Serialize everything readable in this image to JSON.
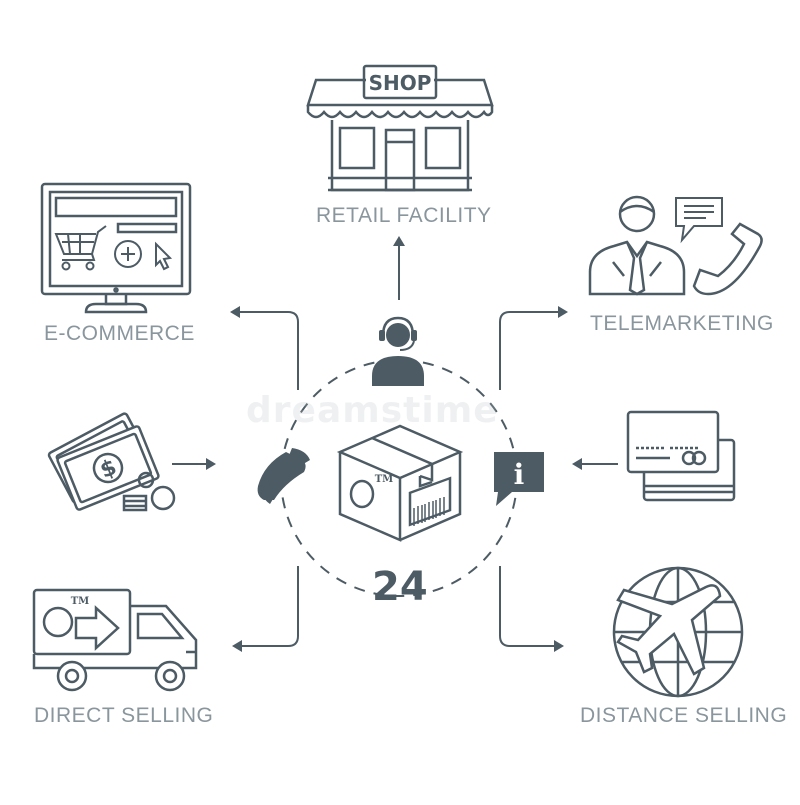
{
  "colors": {
    "line": "#4d5b64",
    "label": "#8a969d",
    "fill": "#4d5b64",
    "watermark": "#b8c0c5"
  },
  "labels": {
    "retail": "RETAIL FACILITY",
    "ecommerce": "E-COMMERCE",
    "telemarketing": "TELEMARKETING",
    "direct": "DIRECT SELLING",
    "distance": "DISTANCE SELLING"
  },
  "shop_sign": "SHOP",
  "tm_box": "TM",
  "tm_truck": "TM",
  "center_number": "24",
  "info_glyph": "i",
  "dollar_glyph": "$",
  "watermark": "dreamstime",
  "icons": {
    "shop": "shop-icon",
    "monitor": "computer-monitor-icon",
    "cart": "shopping-cart-icon",
    "cursor": "cursor-icon",
    "operator": "call-center-operator-icon",
    "telemarketer": "telemarketer-icon",
    "speech": "speech-bubble-icon",
    "phone": "phone-icon",
    "money": "money-icon",
    "box": "package-box-icon",
    "info": "info-icon",
    "cards": "credit-cards-icon",
    "truck": "delivery-truck-icon",
    "globe": "globe-icon",
    "plane": "airplane-icon"
  }
}
